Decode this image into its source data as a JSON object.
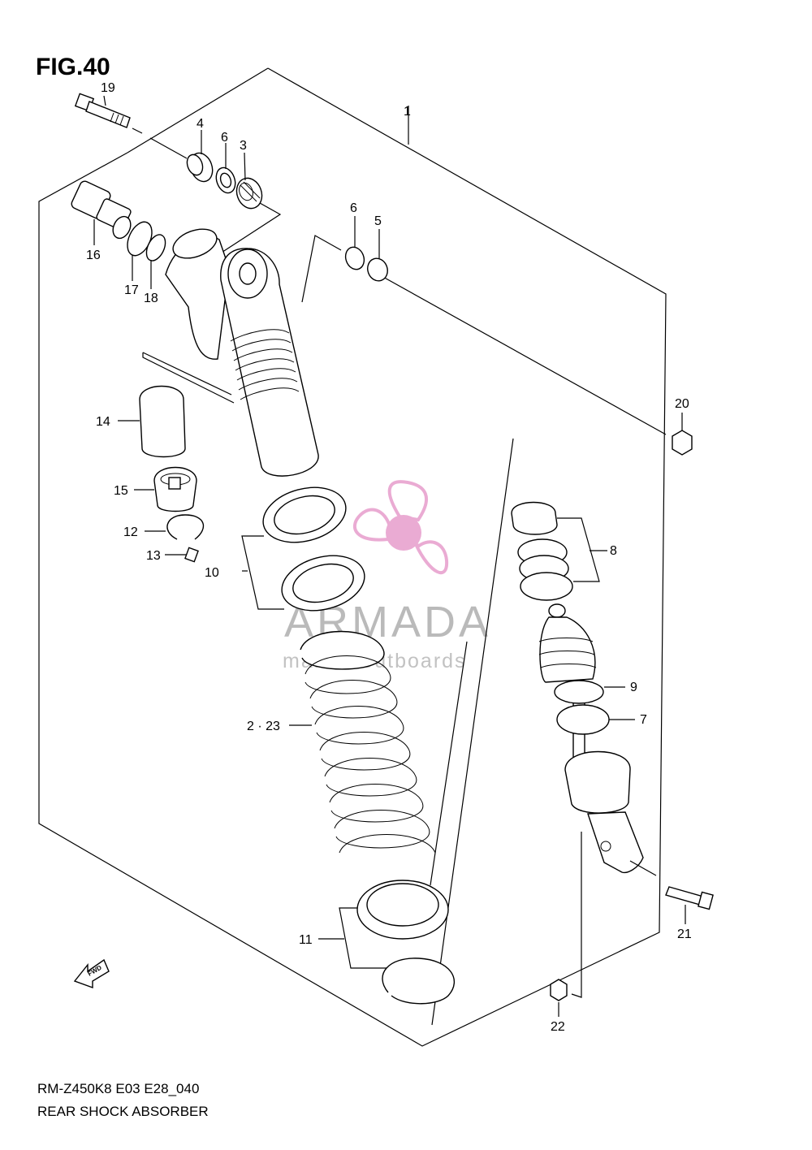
{
  "figure": {
    "title": "FIG.40",
    "model_code": "RM-Z450K8 E03 E28_040",
    "caption": "REAR SHOCK ABSORBER"
  },
  "callouts": {
    "c1": "1",
    "c2_23": "2 · 23",
    "c3": "3",
    "c4": "4",
    "c5": "5",
    "c6a": "6",
    "c6b": "6",
    "c7": "7",
    "c8": "8",
    "c9": "9",
    "c10": "10",
    "c11": "11",
    "c12": "12",
    "c13": "13",
    "c14": "14",
    "c15": "15",
    "c16": "16",
    "c17": "17",
    "c18": "18",
    "c19": "19",
    "c20": "20",
    "c21": "21",
    "c22": "22"
  },
  "watermark": {
    "brand": "ARMADA",
    "tagline": "marine outboards",
    "accent_color": "#e8a3cf",
    "text_color": "#9a9a9a"
  },
  "icons": {
    "direction_arrow": "fwd-arrow-icon",
    "direction_label": "FWD"
  }
}
